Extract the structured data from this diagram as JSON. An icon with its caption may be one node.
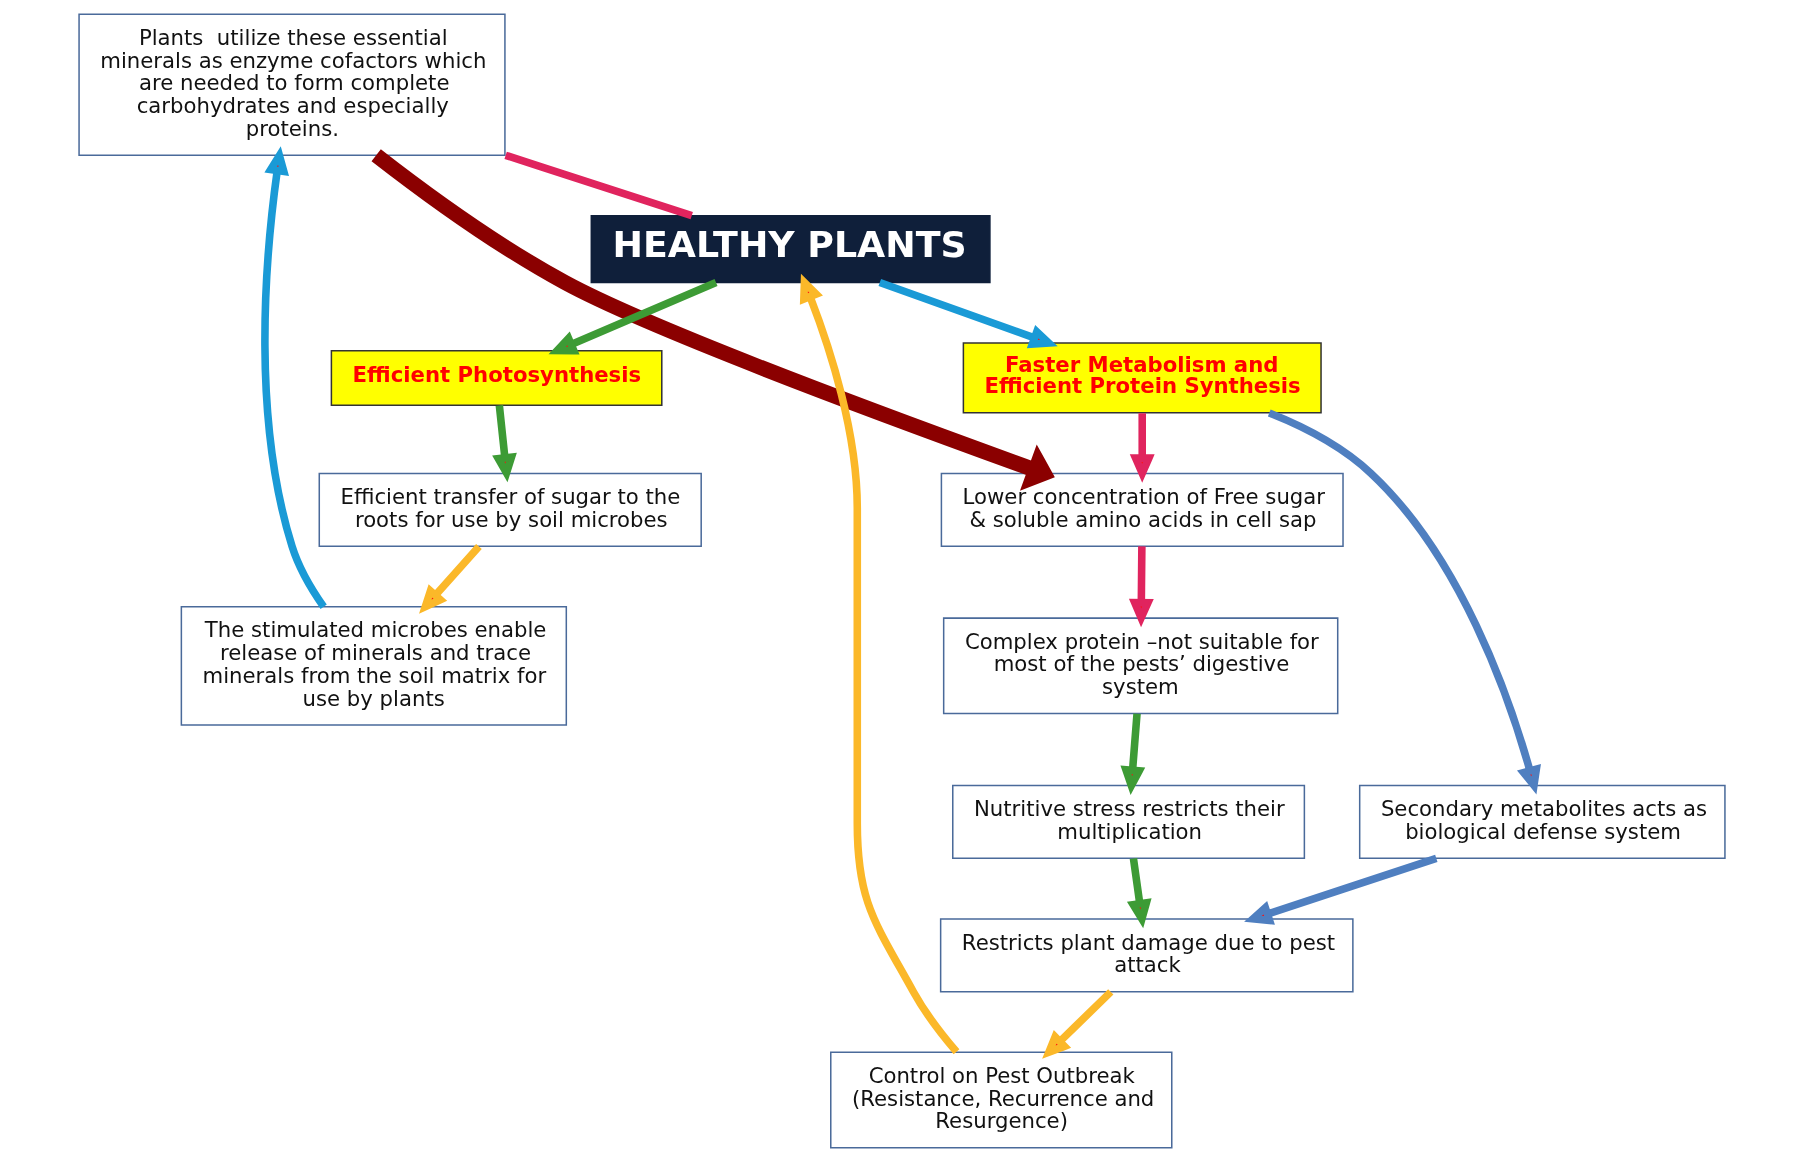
{
  "diagram": {
    "nodes": [
      {
        "text": [
          "Plants  utilize these essential minerals as enzyme cofactors which are needed to form complete carbohydrates and especially proteins."
        ]
      },
      {
        "text": [
          "Faster Metabolism and Efficient Protein Synthesis"
        ]
      },
      {
        "text": [
          "Lower concentration of Free sugar & soluble amino acids in cell sap"
        ]
      },
      {
        "text": [
          "The stimulated microbes enable release of minerals and trace minerals from the soil matrix for use by plants"
        ]
      },
      {
        "text": [
          "HEALTHY PLANTS"
        ]
      },
      {
        "text": [
          "Secondary metabolites acts as biological defense system"
        ]
      },
      {
        "text": [
          "Complex protein –not suitable for most of the pests’ digestive system"
        ]
      },
      {
        "text": [
          "Control on Pest Outbreak (Resistance, Recurrence and Resurgence)"
        ]
      },
      {
        "text": [
          "Nutritive stress restricts their multiplication"
        ]
      },
      {
        "text": [
          "Efficient transfer of sugar to the roots for use by soil microbes"
        ]
      },
      {
        "text": [
          "Efficient Photosynthesis"
        ]
      },
      {
        "text": [
          "Restricts plant damage due to pest attack"
        ]
      }
    ],
    "edges": [
      {
        "from": 9,
        "to": 3,
        "arrow": "to",
        "color": "#fbb829"
      },
      {
        "from": 3,
        "to": 0,
        "arrow": "to",
        "color": "#1a9ad6"
      },
      {
        "from": 0,
        "to": 4,
        "arrow": "none",
        "color": "#e0245e"
      },
      {
        "from": 4,
        "to": 10,
        "arrow": "to",
        "color": "#3d9b35"
      },
      {
        "from": 10,
        "to": 9,
        "arrow": "to",
        "color": "#3d9b35"
      },
      {
        "from": 4,
        "to": 1,
        "arrow": "to",
        "color": "#1a9ad6"
      },
      {
        "from": 1,
        "to": 2,
        "arrow": "to",
        "color": "#e0245e"
      },
      {
        "from": 2,
        "to": 6,
        "arrow": "to",
        "color": "#e0245e"
      },
      {
        "from": 6,
        "to": 8,
        "arrow": "to",
        "color": "#3d9b35"
      },
      {
        "from": 8,
        "to": 11,
        "arrow": "to",
        "color": "#3d9b35"
      },
      {
        "from": 11,
        "to": 7,
        "arrow": "to",
        "color": "#fbb829"
      },
      {
        "from": 7,
        "to": 4,
        "arrow": "to",
        "color": "#fbb829"
      },
      {
        "from": 1,
        "to": 5,
        "arrow": "to",
        "color": "#4f7fc0"
      },
      {
        "from": 5,
        "to": 11,
        "arrow": "to",
        "color": "#4f7fc0"
      },
      {
        "from": 0,
        "to": 2,
        "arrow": "to",
        "style": "thick",
        "color": "#8b0000"
      }
    ]
  }
}
